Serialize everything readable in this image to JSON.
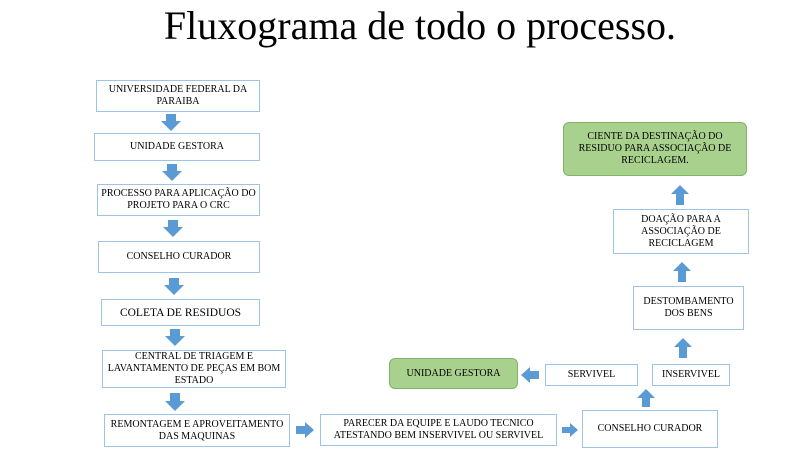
{
  "title": "Fluxograma de todo o processo.",
  "colors": {
    "arrow": "#5b9bd5",
    "box_border": "#9dc3e6",
    "green_fill": "#a9d18e"
  },
  "nodes": {
    "universidade": "UNIVERSIDADE FEDERAL DA PARAIBA",
    "unidade_gestora_1": "UNIDADE GESTORA",
    "processo": "PROCESSO PARA APLICAÇÃO DO PROJETO PARA O CRC",
    "conselho_curador_1": "CONSELHO CURADOR",
    "coleta": "COLETA DE RESIDUOS",
    "central": "CENTRAL DE TRIAGEM E LAVANTAMENTO DE PEÇAS EM BOM ESTADO",
    "remontagem": "REMONTAGEM E APROVEITAMENTO DAS MAQUINAS",
    "parecer": "PARECER DA EQUIPE E LAUDO TECNICO ATESTANDO BEM INSERVIVEL OU SERVIVEL",
    "conselho_curador_2": "CONSELHO CURADOR",
    "inservivel": "INSERVIVEL",
    "servivel": "SERVIVEL",
    "unidade_gestora_2": "UNIDADE GESTORA",
    "destombamento": "DESTOMBAMENTO DOS BENS",
    "doacao": "DOAÇÃO PARA A ASSOCIAÇÃO DE RECICLAGEM",
    "ciente": "CIENTE DA DESTINAÇÃO DO RESIDUO PARA ASSOCIAÇÃO DE RECICLAGEM."
  },
  "arrow_icon": "block-arrow-icon"
}
